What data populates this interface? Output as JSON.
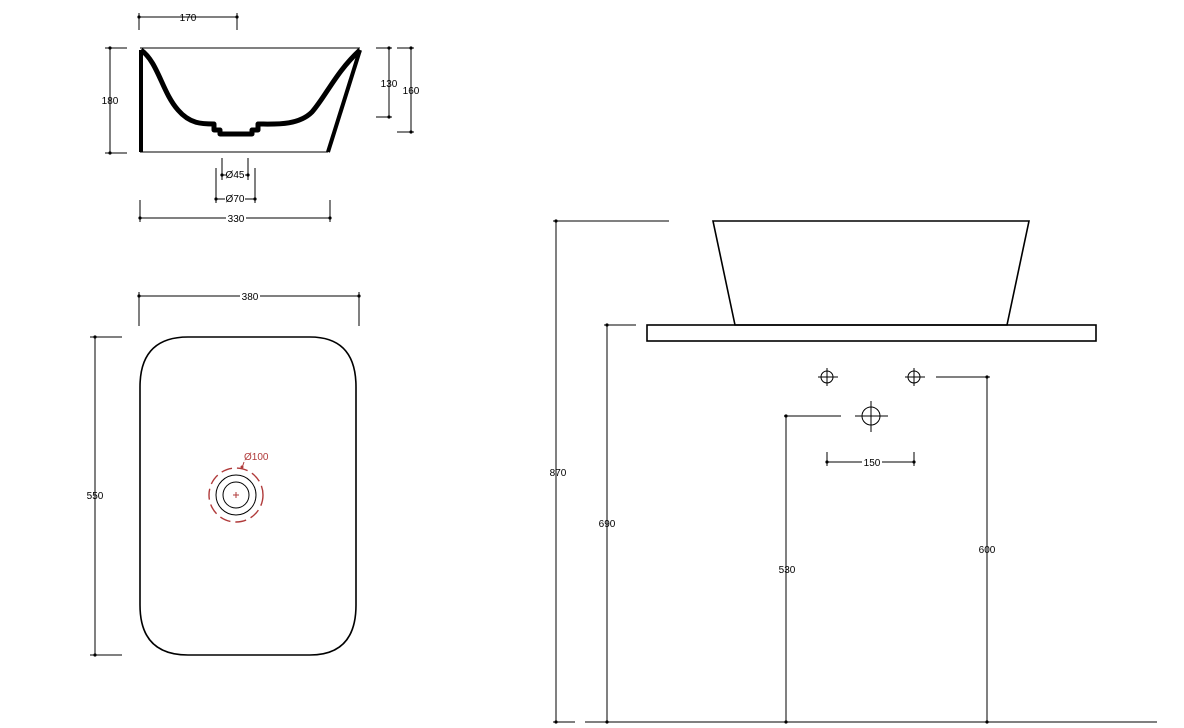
{
  "section_view": {
    "dims": {
      "top_width": "170",
      "height_left": "180",
      "depth_inner": "130",
      "height_right": "160",
      "drain_inner": "Ø45",
      "drain_outer": "Ø70",
      "base_width": "330"
    }
  },
  "plan_view": {
    "dims": {
      "width": "380",
      "length": "550",
      "drain": "Ø100"
    }
  },
  "elevation_view": {
    "dims": {
      "total_height": "870",
      "counter_height": "690",
      "waste_height": "530",
      "tap_height": "600",
      "tap_spacing": "150"
    }
  }
}
